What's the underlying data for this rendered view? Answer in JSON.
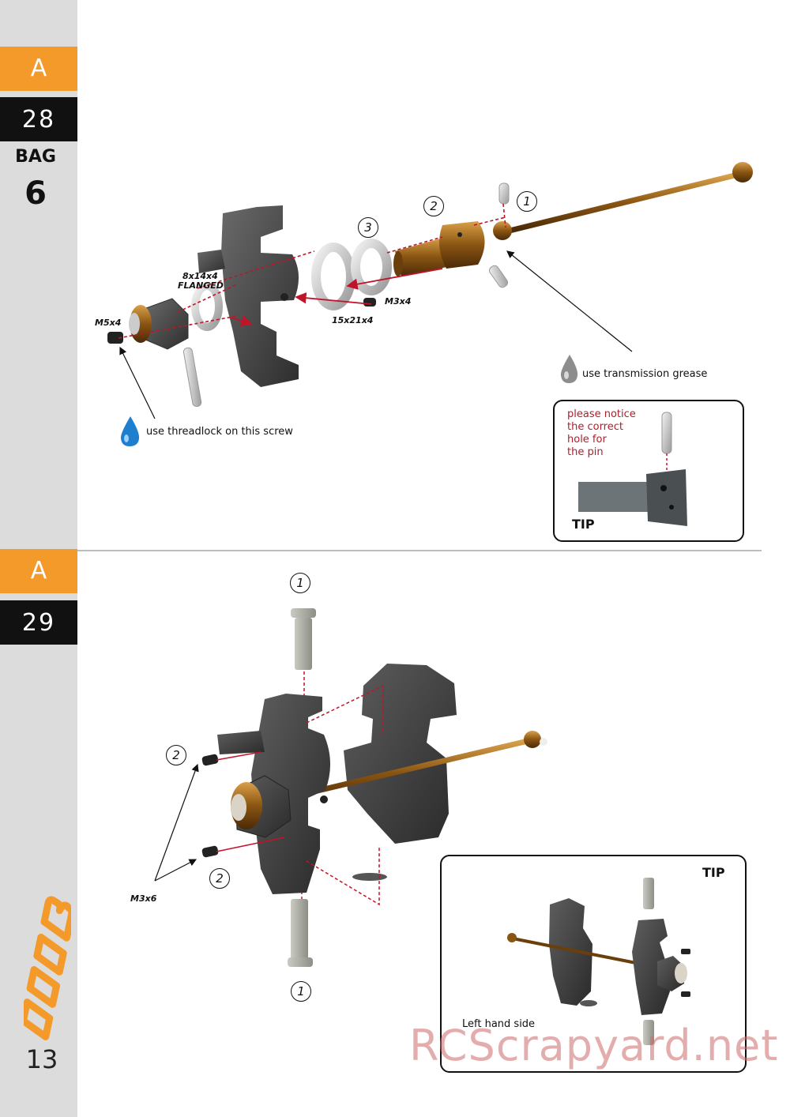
{
  "sidebar": {
    "step1": {
      "letter": "A",
      "number": "28"
    },
    "bag": {
      "label": "BAG",
      "number": "6"
    },
    "step2": {
      "letter": "A",
      "number": "29"
    },
    "brand_logo": "800B",
    "page_number": "13"
  },
  "step28": {
    "callouts": [
      "1",
      "2",
      "3"
    ],
    "part_labels": {
      "bearing": "8x14x4",
      "bearing_type": "FLANGED",
      "m5": "M5x4",
      "m3": "M3x4",
      "bearing_large": "15x21x4"
    },
    "notes": {
      "grease": "use transmission grease",
      "threadlock": "use threadlock on this screw"
    },
    "tip": {
      "title": "TIP",
      "text_lines": [
        "please notice",
        "the correct",
        "hole for",
        "the pin"
      ]
    }
  },
  "step29": {
    "callouts": [
      "1",
      "2",
      "2",
      "1"
    ],
    "part_labels": {
      "m3x6": "M3x6"
    },
    "tip": {
      "title": "TIP",
      "caption": "Left hand side"
    }
  },
  "watermark": "RCScrapyard.net",
  "colors": {
    "accent": "#f39a2b",
    "dark": "#111111",
    "sidebar": "#dcdcdc",
    "tip_text": "#b01e2a",
    "watermark": "#cd6969"
  }
}
